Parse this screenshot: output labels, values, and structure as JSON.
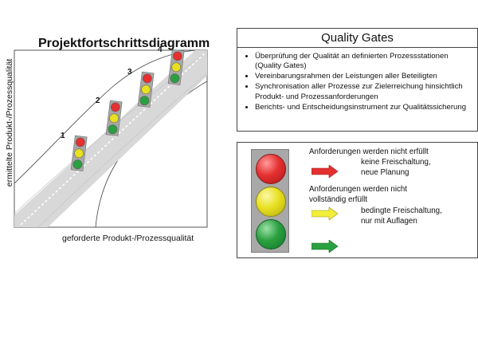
{
  "diagram": {
    "title": "Projektfortschrittsdiagramm",
    "y_axis_label": "ermittelte Produkt-/Prozessqualität",
    "x_axis_label": "geforderte Produkt-/Prozessqualität",
    "gates": [
      {
        "number": "1"
      },
      {
        "number": "2"
      },
      {
        "number": "3"
      },
      {
        "number": "4"
      }
    ]
  },
  "quality_gates": {
    "title": "Quality Gates",
    "items": [
      "Überprüfung der Qualität an definierten Prozessstationen (Quality Gates)",
      "Vereinbarungsrahmen der Leistungen aller Beteiligten",
      "Synchronisation aller Prozesse zur Zielerreichung hinsichtlich Produkt- und Prozessanforderungen",
      "Berichts- und Entscheidungsinstrument zur Qualitätssicherung"
    ]
  },
  "legend": {
    "red": {
      "condition": "Anforderungen werden nicht erfüllt",
      "result_line1": "keine Freischaltung,",
      "result_line2": "neue Planung"
    },
    "yellow": {
      "condition_line1": "Anforderungen werden nicht",
      "condition_line2": "vollständig erfüllt",
      "result_line1": "bedingte Freischaltung,",
      "result_line2": "nur mit Auflagen"
    }
  },
  "colors": {
    "red": "#e53030",
    "yellow": "#e8e020",
    "green": "#2aa040",
    "housing": "#a8a8a8",
    "road": "#d8d8d8"
  }
}
